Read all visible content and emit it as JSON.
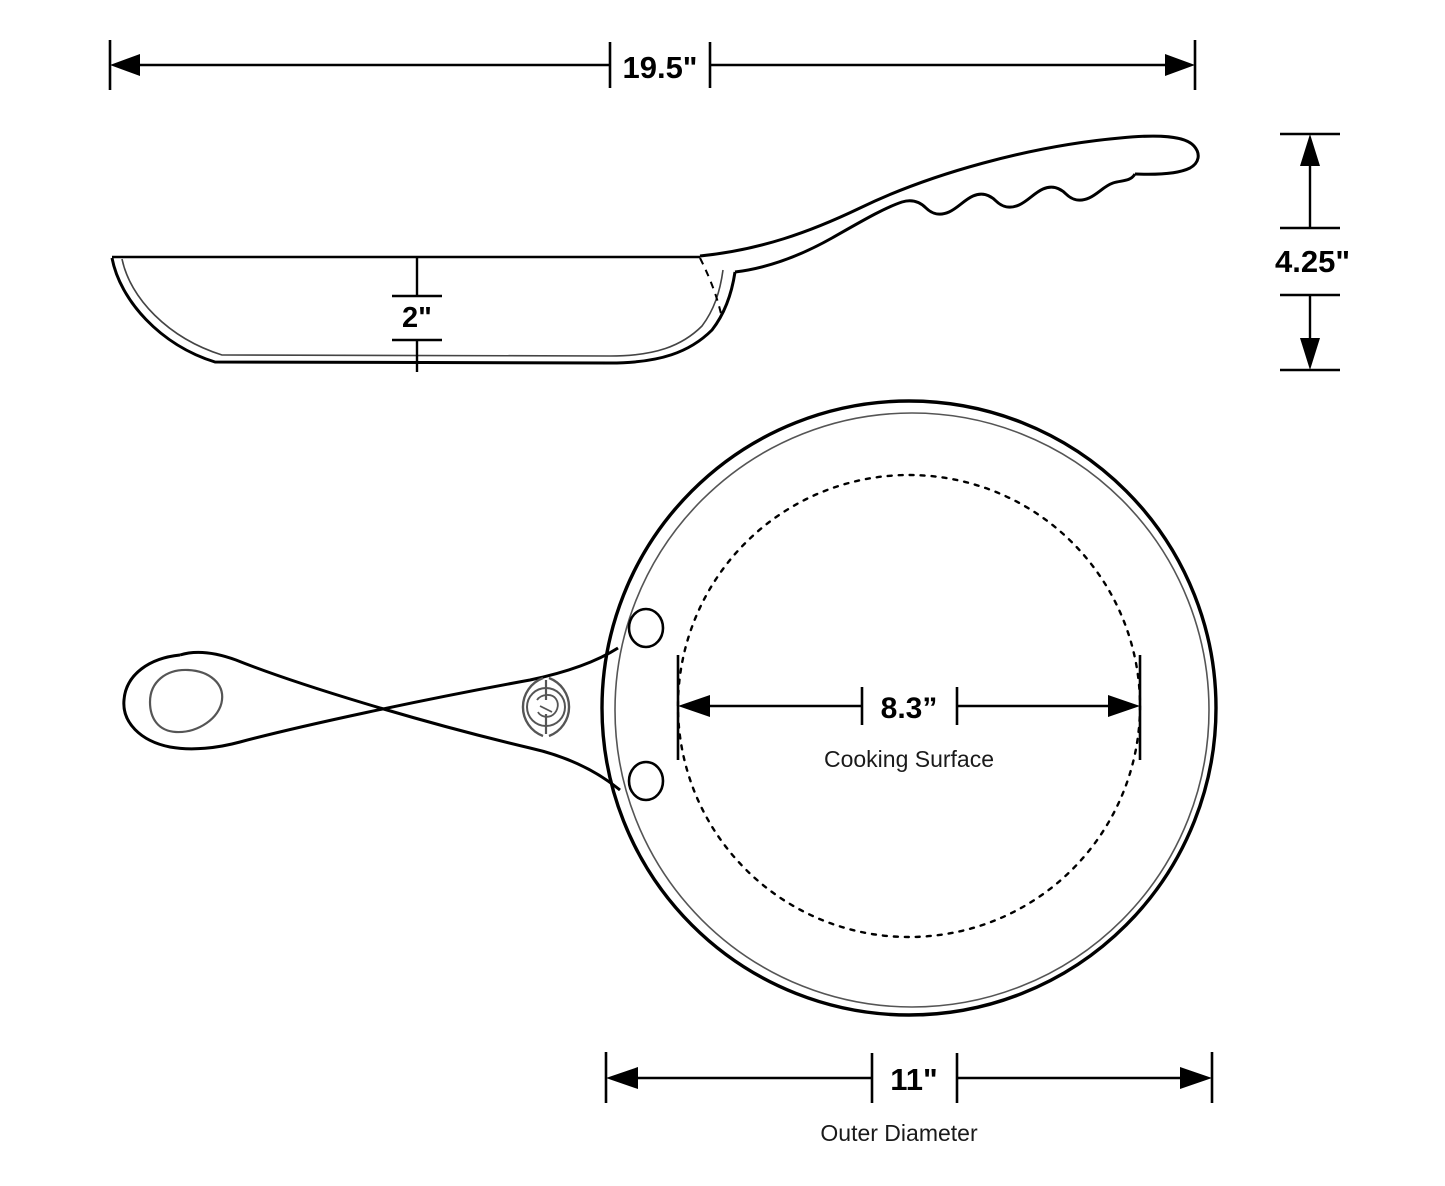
{
  "drawing": {
    "title": "Frying Pan Technical Dimension Drawing",
    "background_color": "#ffffff",
    "line_color": "#000000",
    "thin_line_color": "#555555",
    "text_color": "#000000",
    "caption_color": "#1a1a1a"
  },
  "dimensions": {
    "overall_length": {
      "label": "19.5\"",
      "name": "overall-length",
      "orientation": "horizontal",
      "value": 19.5,
      "unit": "in"
    },
    "overall_height": {
      "label": "4.25\"",
      "name": "overall-height",
      "orientation": "vertical",
      "value": 4.25,
      "unit": "in"
    },
    "pan_depth": {
      "label": "2\"",
      "name": "pan-depth",
      "orientation": "vertical",
      "value": 2,
      "unit": "in"
    },
    "cooking_surface": {
      "label": "8.3”",
      "name": "cooking-surface-diameter",
      "caption": "Cooking Surface",
      "orientation": "horizontal",
      "value": 8.3,
      "unit": "in"
    },
    "outer_diameter": {
      "label": "11\"",
      "name": "outer-diameter",
      "caption": "Outer Diameter",
      "orientation": "horizontal",
      "value": 11,
      "unit": "in"
    }
  },
  "views": {
    "side_view": {
      "name": "side-elevation-view",
      "description": "Side elevation of skillet showing pan body, sloped walls and curved ergonomic handle"
    },
    "top_view": {
      "name": "top-plan-view",
      "description": "Top plan view of skillet showing outer rim, inner rim, dotted cooking surface circle, handle with hang hole, two rivets and maker medallion"
    }
  },
  "features": {
    "hang_hole": {
      "name": "handle-hang-hole"
    },
    "rivet_top": {
      "name": "rivet-upper"
    },
    "rivet_bottom": {
      "name": "rivet-lower"
    },
    "medallion": {
      "name": "maker-medallion-logo"
    },
    "dotted_circle": {
      "name": "cooking-surface-boundary"
    },
    "inner_rim": {
      "name": "pan-inner-rim"
    },
    "outer_rim": {
      "name": "pan-outer-rim"
    }
  }
}
